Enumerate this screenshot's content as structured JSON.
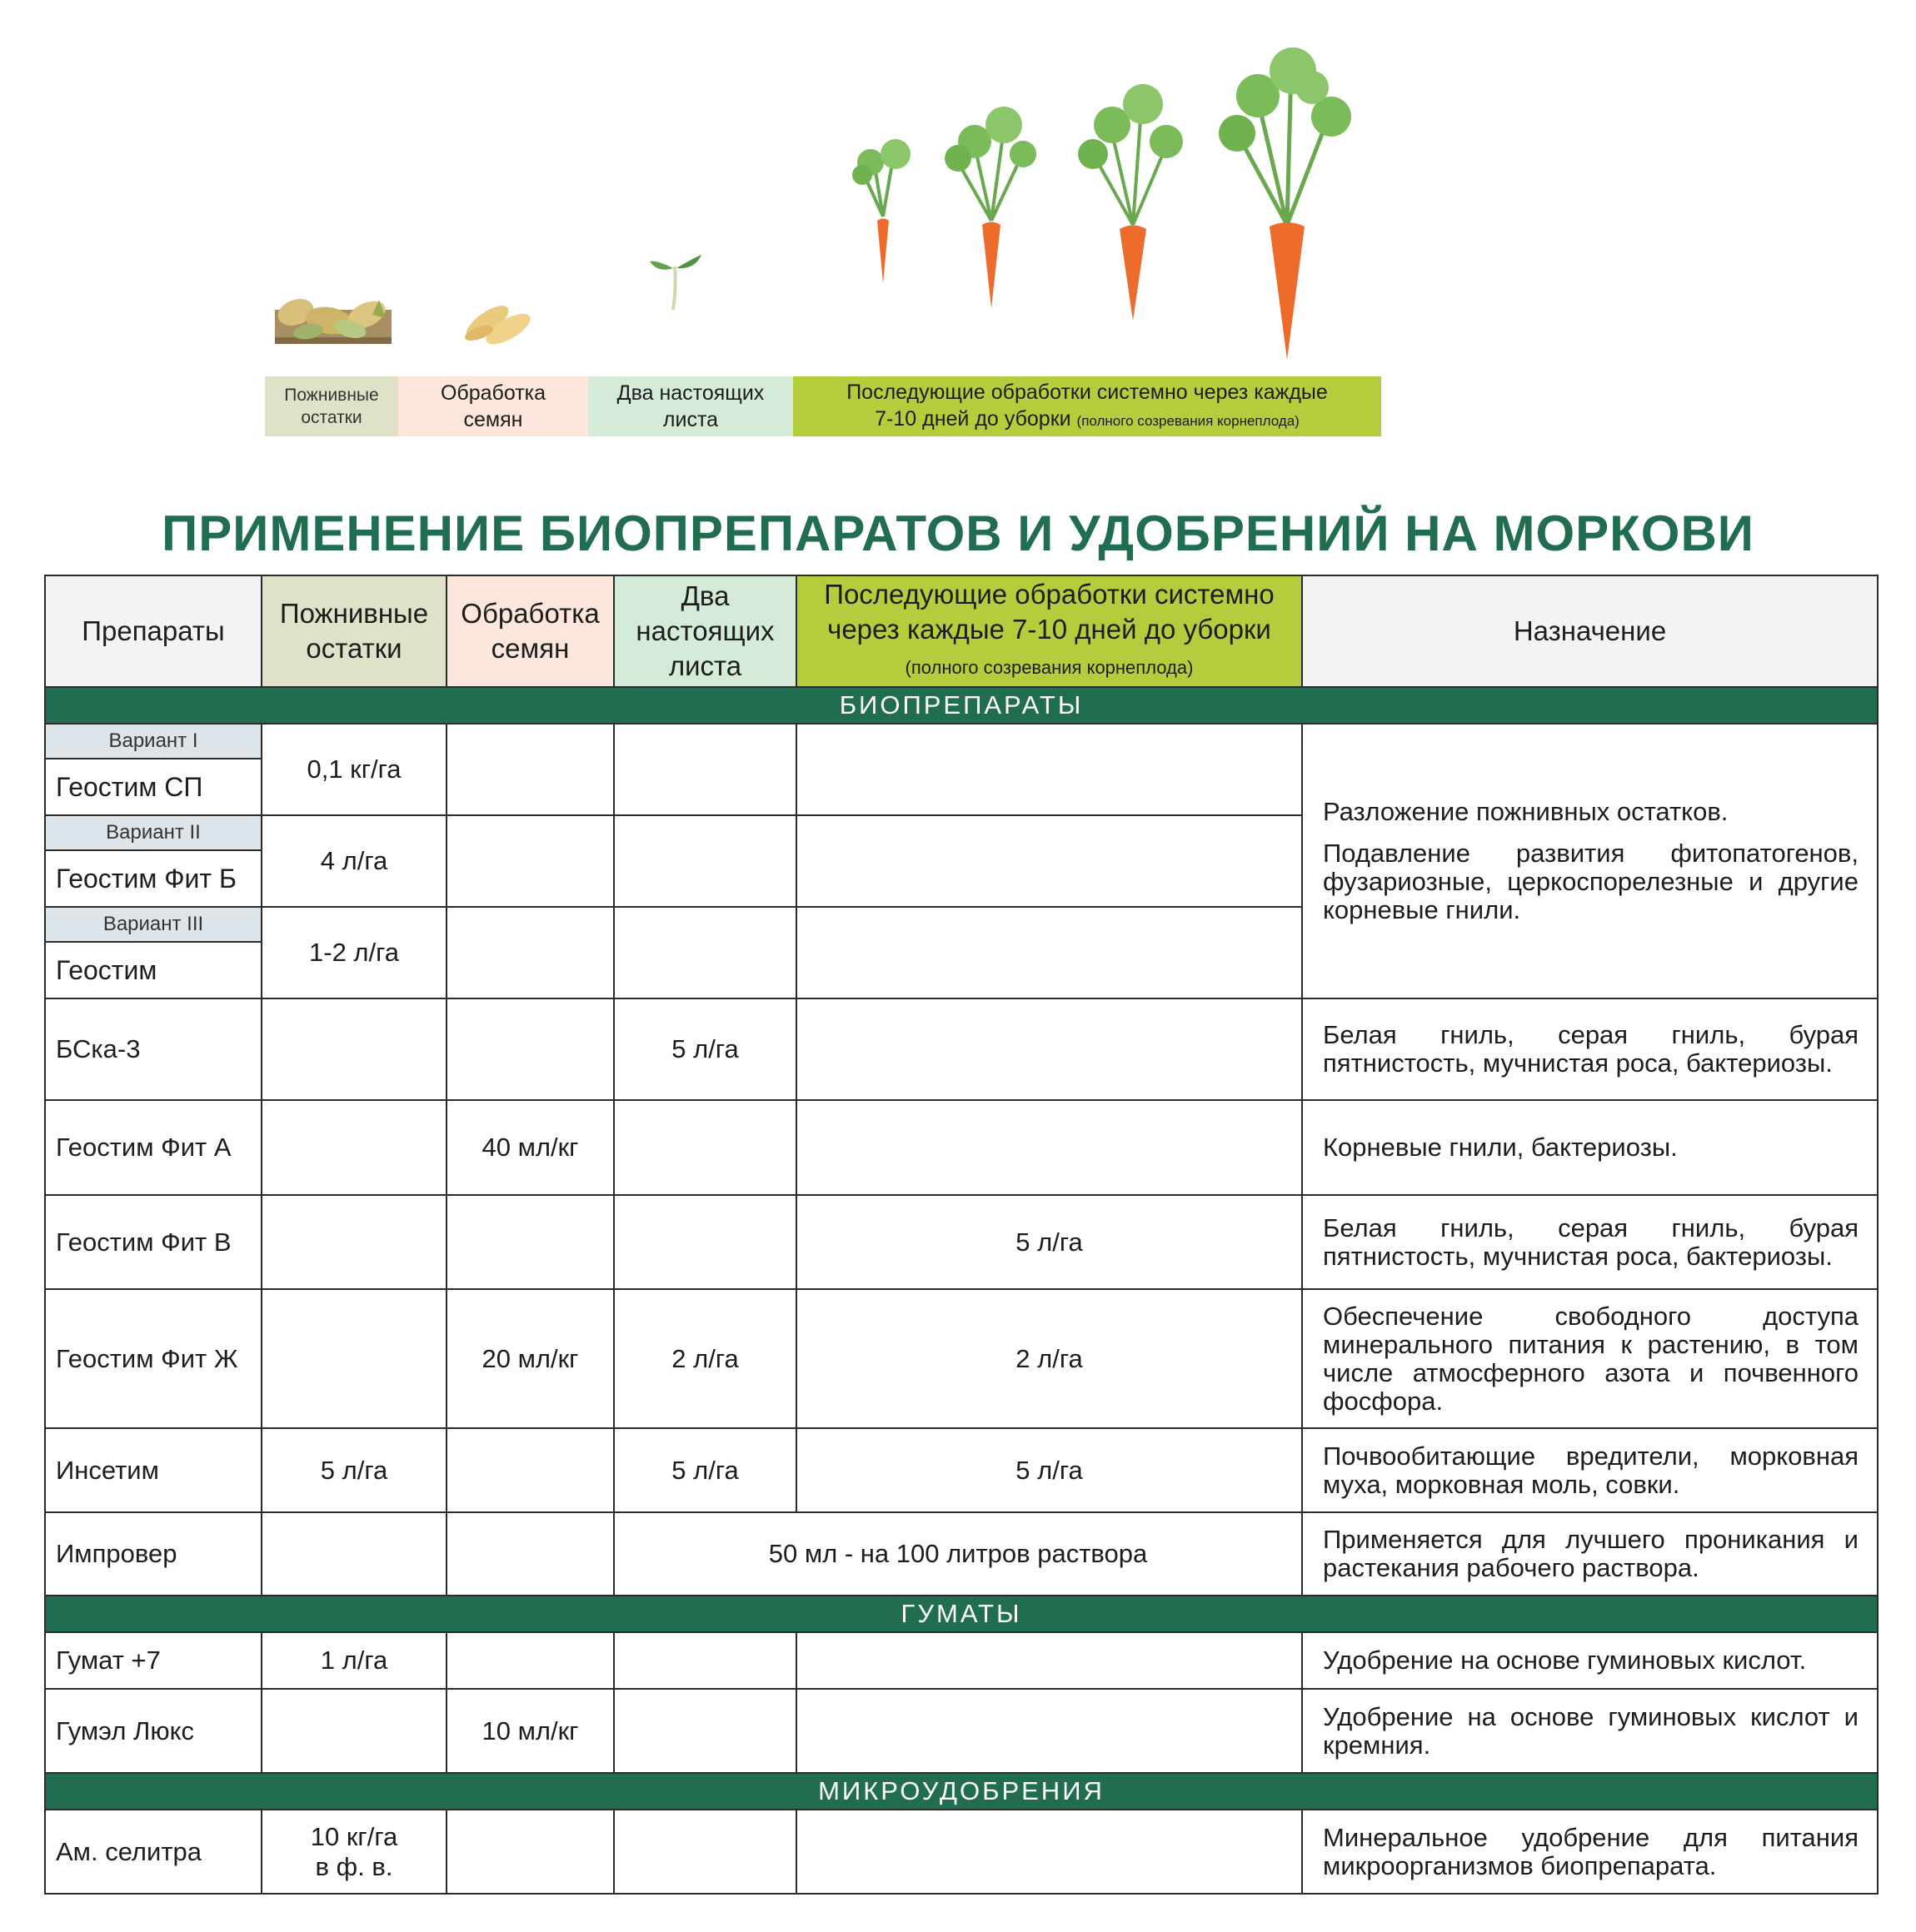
{
  "stages_bar": [
    {
      "line1": "Пожнивные",
      "line2": "остатки",
      "note": ""
    },
    {
      "line1": "Обработка",
      "line2": "семян",
      "note": ""
    },
    {
      "line1": "Два настоящих",
      "line2": "листа",
      "note": ""
    },
    {
      "line1": "Последующие обработки системно через каждые",
      "line2": "7-10 дней до уборки",
      "note": "(полного созревания корнеплода)"
    }
  ],
  "title": "ПРИМЕНЕНИЕ БИОПРЕПАРАТОВ И УДОБРЕНИЙ НА МОРКОВИ",
  "header": {
    "preparations": "Препараты",
    "stage1": [
      "Пожнивные",
      "остатки"
    ],
    "stage2": [
      "Обработка",
      "семян"
    ],
    "stage3": [
      "Два",
      "настоящих",
      "листа"
    ],
    "stage4": [
      "Последующие обработки системно",
      "через каждые 7-10 дней до уборки",
      "(полного созревания корнеплода)"
    ],
    "purpose": "Назначение"
  },
  "sections": {
    "bio": "БИОПРЕПАРАТЫ",
    "humates": "ГУМАТЫ",
    "micro": "МИКРОУДОБРЕНИЯ"
  },
  "variants": [
    {
      "label": "Вариант I",
      "name": "Геостим СП",
      "stage1": "0,1 кг/га"
    },
    {
      "label": "Вариант II",
      "name": "Геостим Фит Б",
      "stage1": "4 л/га"
    },
    {
      "label": "Вариант III",
      "name": "Геостим",
      "stage1": "1-2 л/га"
    }
  ],
  "variants_purpose": [
    "Разложение пожнивных остатков.",
    "Подавление развития фитопатогенов, фузариозные, церкоспорелезные и другие корневые гнили."
  ],
  "rows": {
    "bska": {
      "name": "БСка-3",
      "stage3": "5 л/га",
      "purpose": "Белая гниль, серая гниль, бурая пятнистость, мучнистая роса, бактериозы."
    },
    "fitA": {
      "name": "Геостим Фит А",
      "stage2": "40 мл/кг",
      "purpose": "Корневые гнили, бактериозы."
    },
    "fitV": {
      "name": "Геостим Фит В",
      "stage4": "5 л/га",
      "purpose": "Белая гниль, серая гниль, бурая пятнистость, мучнистая роса, бактериозы."
    },
    "fitZh": {
      "name": "Геостим Фит Ж",
      "stage2": "20 мл/кг",
      "stage3": "2 л/га",
      "stage4": "2 л/га",
      "purpose": "Обеспечение свободного доступа минерального питания к растению, в том числе атмосферного азота и почвенного фосфора."
    },
    "insetim": {
      "name": "Инсетим",
      "stage1": "5 л/га",
      "stage3": "5 л/га",
      "stage4": "5 л/га",
      "purpose": "Почвообитающие вредители, морковная муха, морковная моль, совки."
    },
    "improver": {
      "name": "Импровер",
      "stage34": "50 мл - на 100 литров раствора",
      "purpose": "Применяется для лучшего проникания и растекания рабочего раствора."
    },
    "gumat": {
      "name": "Гумат +7",
      "stage1": "1 л/га",
      "purpose": "Удобрение на основе гуминовых кислот."
    },
    "gumel": {
      "name": "Гумэл Люкс",
      "stage2": "10 мл/кг",
      "purpose": "Удобрение на основе гуминовых кислот и кремния."
    },
    "selitra": {
      "name": "Ам. селитра",
      "stage1_l1": "10 кг/га",
      "stage1_l2": "в ф. в.",
      "purpose": "Минеральное удобрение для питания микроорганизмов биопрепарата."
    }
  },
  "colors": {
    "brand_green": "#216d4f",
    "stage1": "#dfe1c8",
    "stage2": "#fde6dc",
    "stage3": "#d4ebd9",
    "stage4": "#b5cd3c",
    "carrot": "#ee6c2b"
  }
}
